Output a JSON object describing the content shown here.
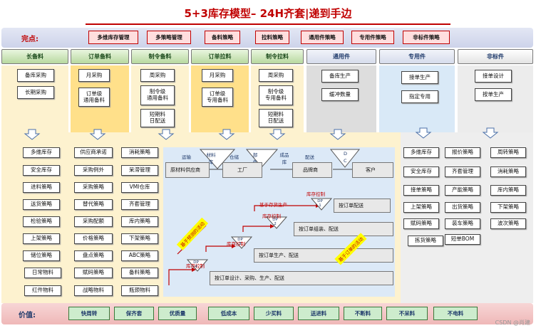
{
  "title": "5+3库存模型– 24H齐套|递到手边",
  "completion": {
    "label": "完点:",
    "items": [
      "多维库存管理",
      "多策略管理",
      "备料策略",
      "拉料策略",
      "通用件策略",
      "专用件策略",
      "非标件策略"
    ]
  },
  "categories": [
    "长备料",
    "订单备料",
    "制令备料",
    "订单拉料",
    "制令拉料",
    "通用件",
    "专用件",
    "非标件"
  ],
  "top_boxes": {
    "long": [
      "备库采购",
      "长期采购"
    ],
    "order_prep": [
      "月采购",
      "订单级\n通用备料"
    ],
    "mo_prep": [
      "周采购",
      "制令级\n通用备料",
      "短期料\n日配送"
    ],
    "order_pull": [
      "月采购",
      "订单级\n专用备料"
    ],
    "mo_pull": [
      "周采购",
      "制令级\n专用备料",
      "短期料\n日配送"
    ],
    "common": [
      "备库生产",
      "缓冲数量"
    ],
    "special": [
      "接单生产",
      "指定专用"
    ],
    "nonstd": [
      "接单设计",
      "按单生产"
    ]
  },
  "strategies": {
    "col1": [
      "多维库存",
      "安全库存",
      "进料策略",
      "送货策略",
      "检验策略",
      "上架策略",
      "储位策略",
      "日常物料",
      "红件物料"
    ],
    "col2": [
      "供应商承诺",
      "采购例外",
      "采购策略",
      "替代策略",
      "采购配额",
      "价格策略",
      "盘点策略",
      "赋码策略",
      "战略物料"
    ],
    "col3": [
      "消耗策略",
      "呆滞管理",
      "VMI仓库",
      "齐套管理",
      "库内策略",
      "下架策略",
      "ABC策略",
      "备料策略",
      "瓶颈物料"
    ],
    "right1": [
      "多维库存",
      "安全库存",
      "接单策略",
      "上架策略",
      "赋码策略",
      "拣货策略"
    ],
    "right2": [
      "报价策略",
      "齐套管理",
      "产能策略",
      "出货策略",
      "装车策略",
      "短单BOM"
    ],
    "right3": [
      "周转策略",
      "消耗策略",
      "库内策略",
      "下架策略",
      "波次策略"
    ]
  },
  "flow": {
    "nodes": [
      "原材料供应商",
      "工厂",
      "品牌商",
      "客户"
    ],
    "labels": [
      "运输",
      "材料库",
      "仓储",
      "部件库",
      "成品库",
      "配送",
      "D",
      "C"
    ],
    "dps": [
      "DP\n1",
      "DP\n2",
      "DP\n3",
      "DP\n4"
    ],
    "modes": [
      "按订单配送",
      "按订单组装、配送",
      "按订单生产、配送",
      "按订单设计、采购、生产、配送"
    ],
    "stock_tags": [
      "库存控制",
      "库存控制",
      "库存控制",
      "库存控制"
    ],
    "prod_tags": [
      "基于存货生产"
    ],
    "side_tags": [
      "基于预测的活动",
      "基于订单的活动"
    ]
  },
  "value": {
    "label": "价值:",
    "items": [
      "快周转",
      "保齐套",
      "优质量",
      "低成本",
      "少买料",
      "送进料",
      "不断料",
      "不呆料",
      "不电料"
    ]
  },
  "watermark": "CSDN @肖建"
}
